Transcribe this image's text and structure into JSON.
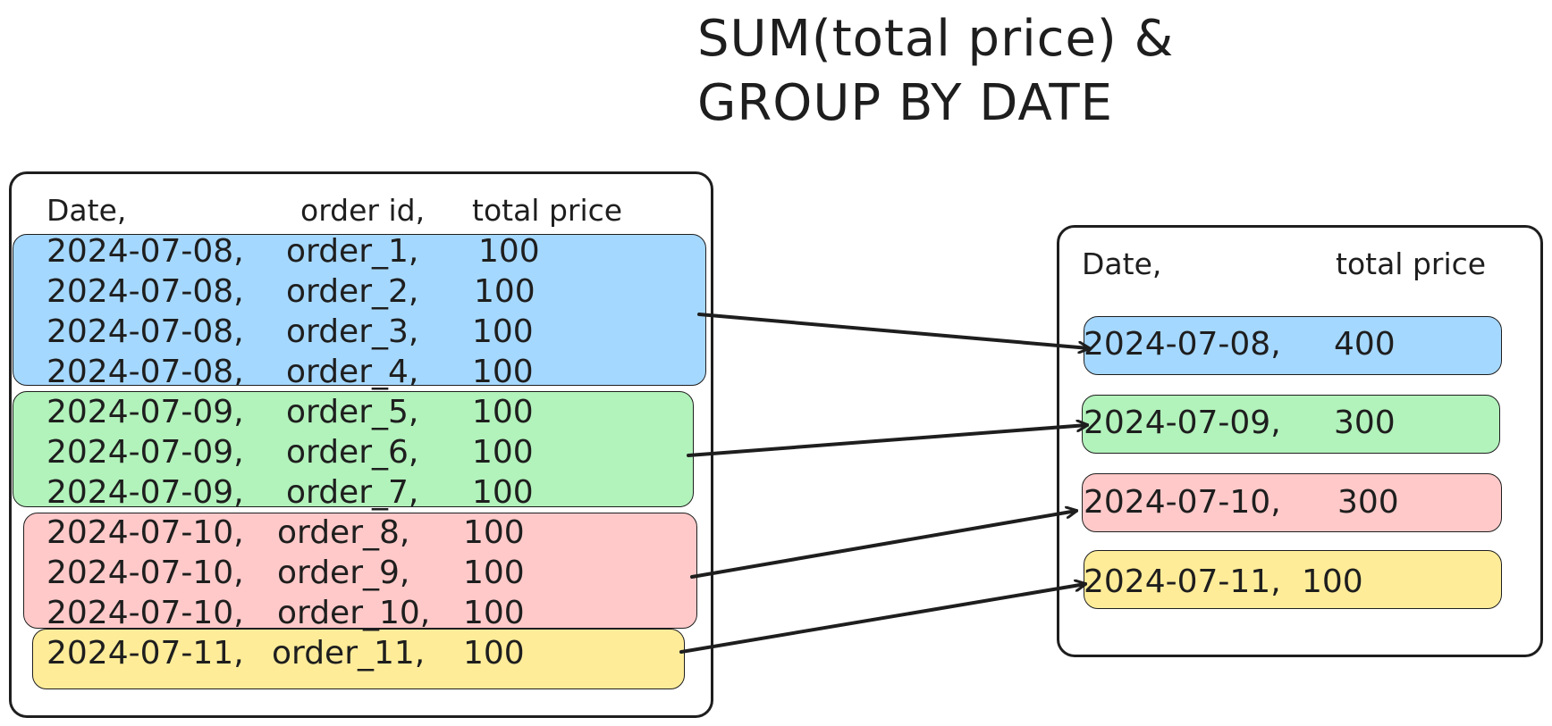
{
  "title": {
    "line1": "SUM(total price) &",
    "line2": "GROUP BY DATE"
  },
  "colors": {
    "blue": "#a5d8ff",
    "green": "#b2f2bb",
    "red": "#ffc9c9",
    "yellow": "#ffec99",
    "stroke": "#1e1e1e"
  },
  "source_table": {
    "headers": [
      "Date,",
      "order id,",
      "total price"
    ],
    "rows": [
      {
        "date": "2024-07-08,",
        "order_id": "order_1,",
        "total_price": "100"
      },
      {
        "date": "2024-07-08,",
        "order_id": "order_2,",
        "total_price": "100"
      },
      {
        "date": "2024-07-08,",
        "order_id": "order_3,",
        "total_price": "100"
      },
      {
        "date": "2024-07-08,",
        "order_id": "order_4,",
        "total_price": "100"
      },
      {
        "date": "2024-07-09,",
        "order_id": "order_5,",
        "total_price": "100"
      },
      {
        "date": "2024-07-09,",
        "order_id": "order_6,",
        "total_price": "100"
      },
      {
        "date": "2024-07-09,",
        "order_id": "order_7,",
        "total_price": "100"
      },
      {
        "date": "2024-07-10,",
        "order_id": "order_8,",
        "total_price": "100"
      },
      {
        "date": "2024-07-10,",
        "order_id": "order_9,",
        "total_price": "100"
      },
      {
        "date": "2024-07-10,",
        "order_id": "order_10,",
        "total_price": "100"
      },
      {
        "date": "2024-07-11,",
        "order_id": "order_11,",
        "total_price": "100"
      }
    ]
  },
  "result_table": {
    "headers": [
      "Date,",
      "total price"
    ],
    "rows": [
      {
        "date": "2024-07-08,",
        "total_price": "400"
      },
      {
        "date": "2024-07-09,",
        "total_price": "300"
      },
      {
        "date": "2024-07-10,",
        "total_price": "300"
      },
      {
        "date": "2024-07-11,",
        "total_price": "100"
      }
    ]
  }
}
